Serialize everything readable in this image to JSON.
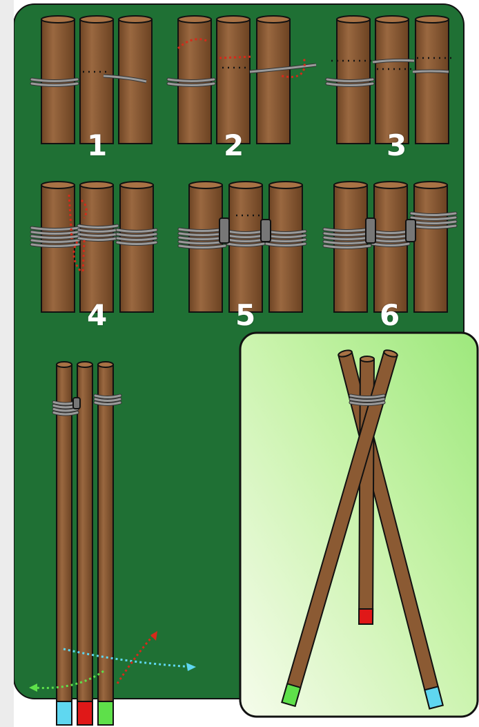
{
  "steps": [
    {
      "number": "1"
    },
    {
      "number": "2"
    },
    {
      "number": "3"
    },
    {
      "number": "4"
    },
    {
      "number": "5"
    },
    {
      "number": "6"
    }
  ],
  "colors": {
    "board": "#1f7034",
    "board_border": "#111111",
    "pole": "#8b5a33",
    "pole_top": "#a87245",
    "rope": "#9a9a9a",
    "arrow": "#d62a1a",
    "inset_bg_light": "#f4fbe9",
    "inset_bg_dark": "#a9ee8a",
    "tip_cyan": "#5fd7f0",
    "tip_red": "#e01818",
    "tip_green": "#5ee04a"
  },
  "icons": [
    "lashing-step-illustration",
    "tripod-illustration",
    "spread-arrow-icon"
  ]
}
